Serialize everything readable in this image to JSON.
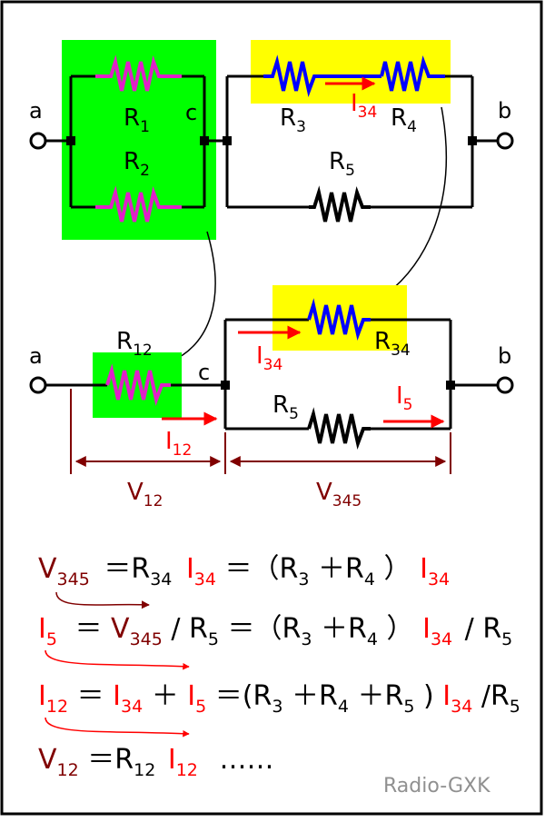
{
  "colors": {
    "green": "#00ff00",
    "yellow": "#ffff00",
    "magenta": "#e020c8",
    "blue": "#0000ff",
    "red": "#ff0000",
    "darkred": "#800000",
    "black": "#000000",
    "gray": "#909090"
  },
  "top": {
    "node_a": "a",
    "node_b": "b",
    "node_c": "c",
    "r1": {
      "base": "R",
      "sub": "1"
    },
    "r2": {
      "base": "R",
      "sub": "2"
    },
    "r3": {
      "base": "R",
      "sub": "3"
    },
    "r4": {
      "base": "R",
      "sub": "4"
    },
    "r5": {
      "base": "R",
      "sub": "5"
    },
    "i34": {
      "base": "I",
      "sub": "34"
    }
  },
  "bottom": {
    "node_a": "a",
    "node_b": "b",
    "node_c": "c",
    "r12": {
      "base": "R",
      "sub": "12"
    },
    "r34": {
      "base": "R",
      "sub": "34"
    },
    "r5": {
      "base": "R",
      "sub": "5"
    },
    "i34": {
      "base": "I",
      "sub": "34"
    },
    "i12": {
      "base": "I",
      "sub": "12"
    },
    "i5": {
      "base": "I",
      "sub": "5"
    },
    "v12": {
      "base": "V",
      "sub": "12"
    },
    "v345": {
      "base": "V",
      "sub": "345"
    }
  },
  "equations": {
    "eq1": {
      "lhs": {
        "base": "V",
        "sub": "345"
      },
      "t1": "＝R",
      "t1sub": "34",
      "t2": "I",
      "t2sub": "34",
      "t3": "＝（R",
      "t3sub": "3",
      "t4": "＋R",
      "t4sub": "4",
      "t5": "）",
      "t6": "I",
      "t6sub": "34"
    },
    "eq2": {
      "lhs": {
        "base": "I",
        "sub": "5"
      },
      "t1": "＝",
      "t2": "V",
      "t2sub": "345",
      "t3": "/ R",
      "t3sub": "5",
      "t4": "＝（R",
      "t4sub": "3",
      "t5": "＋R",
      "t5sub": "4",
      "t6": "）",
      "t7": "I",
      "t7sub": "34",
      "t8": "/ R",
      "t8sub": "5"
    },
    "eq3": {
      "lhs": {
        "base": "I",
        "sub": "12"
      },
      "t1": "＝",
      "t2": "I",
      "t2sub": "34",
      "t3": "＋",
      "t4": "I",
      "t4sub": "5",
      "t5": "＝(R",
      "t5sub": "3",
      "t6": "＋R",
      "t6sub": "4",
      "t7": "＋R",
      "t7sub": "5",
      "t8": ")",
      "t9": "I",
      "t9sub": "34",
      "t10": "/R",
      "t10sub": "5"
    },
    "eq4": {
      "lhs": {
        "base": "V",
        "sub": "12"
      },
      "t1": "＝R",
      "t1sub": "12",
      "t2": "I",
      "t2sub": "12",
      "t3": "……"
    }
  },
  "watermark": "Radio-GXK"
}
